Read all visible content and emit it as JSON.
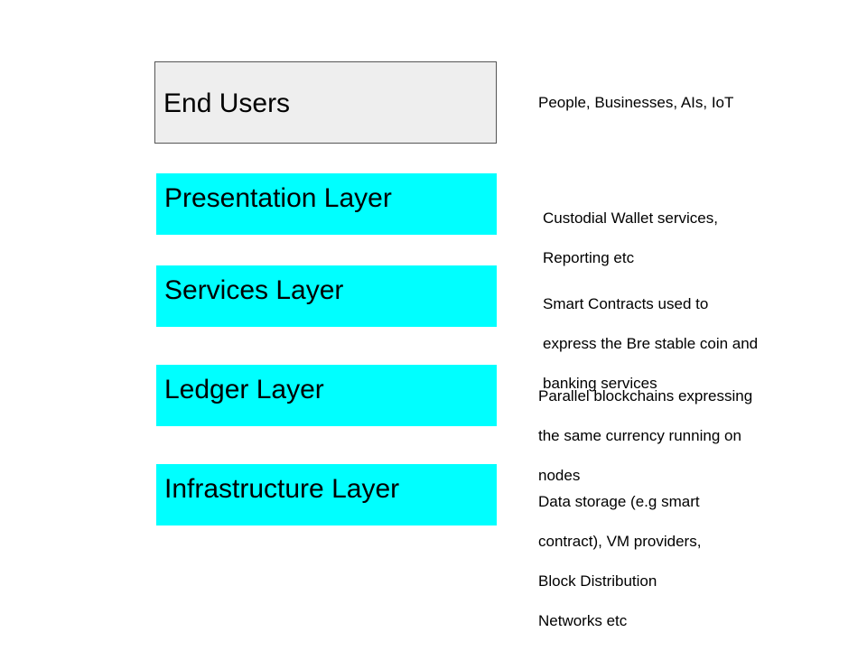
{
  "colors": {
    "end_users_fill": "#eeeeee",
    "layer_fill": "#00ffff"
  },
  "layers": [
    {
      "label": "End Users",
      "description": [
        "People, Businesses, AIs, IoT"
      ]
    },
    {
      "label": "Presentation Layer",
      "description": [
        "Custodial Wallet services,",
        "Reporting etc"
      ]
    },
    {
      "label": "Services Layer",
      "description": [
        "Smart Contracts used to",
        "express the Bre stable coin and",
        "banking services"
      ]
    },
    {
      "label": "Ledger Layer",
      "description": [
        "Parallel blockchains expressing",
        "the same currency running on",
        "nodes"
      ]
    },
    {
      "label": "Infrastructure Layer",
      "description": [
        "Data storage (e.g smart",
        "contract), VM providers,",
        "Block Distribution",
        "Networks etc"
      ]
    }
  ]
}
